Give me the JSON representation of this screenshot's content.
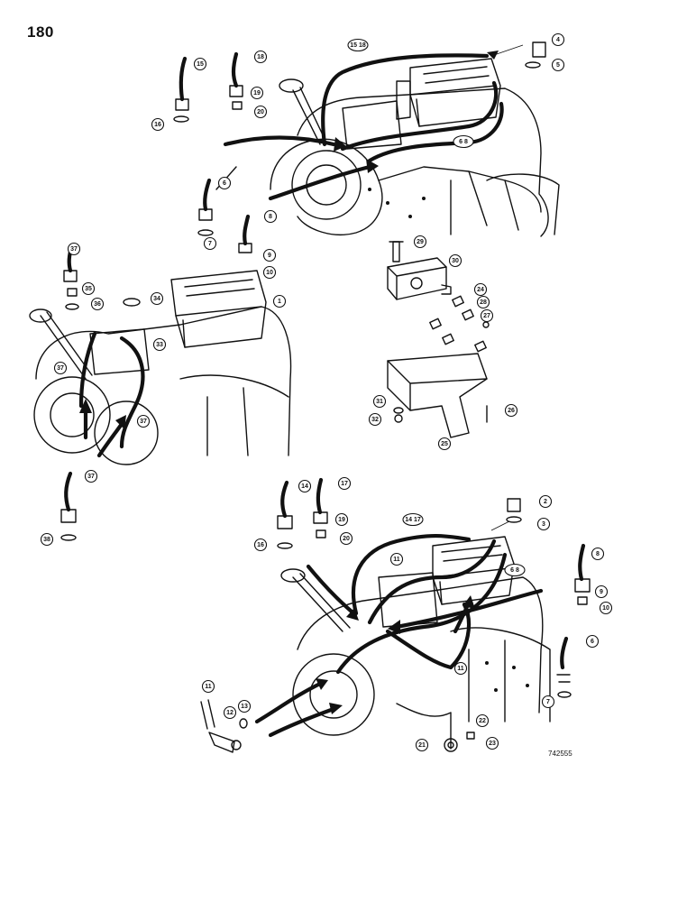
{
  "page_number": "180",
  "reference_code": "742555",
  "callouts": {
    "top": [
      "15",
      "16",
      "18",
      "19",
      "20",
      "4",
      "5",
      "15 18",
      "6 8",
      "6",
      "7",
      "8",
      "9",
      "10"
    ],
    "middle_left": [
      "37",
      "35",
      "36",
      "34",
      "33",
      "1",
      "37",
      "37"
    ],
    "bracket": [
      "29",
      "30",
      "24",
      "28",
      "27",
      "31",
      "32",
      "25",
      "26"
    ],
    "lower_left": [
      "37",
      "38"
    ],
    "bottom": [
      "14",
      "16",
      "17",
      "19",
      "20",
      "2",
      "3",
      "14 17",
      "11",
      "6 8",
      "8",
      "9",
      "10",
      "6",
      "7",
      "11",
      "11",
      "12",
      "13",
      "21",
      "22",
      "23"
    ]
  }
}
